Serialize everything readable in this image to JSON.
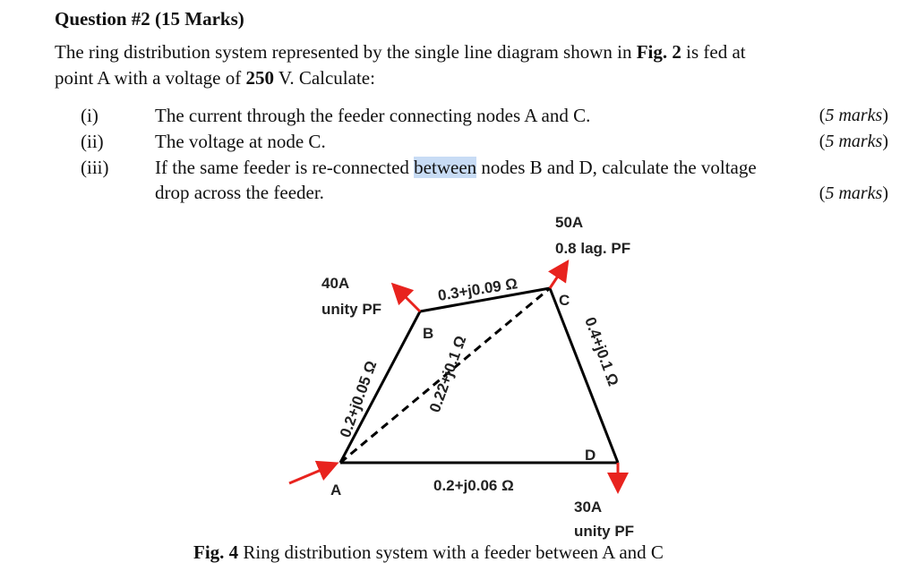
{
  "question": {
    "title": "Question #2 (15 Marks)",
    "intro_a": "The ring distribution system represented by the single line diagram shown in ",
    "intro_fig": "Fig. 2",
    "intro_b": " is fed at",
    "intro_c": "point A with a voltage of ",
    "intro_voltage": "250",
    "intro_d": " V. Calculate:",
    "items": [
      {
        "num": "(i)",
        "text": "The current through the feeder connecting nodes A and C.",
        "marks": "5 marks"
      },
      {
        "num": "(ii)",
        "text": "The voltage at node C.",
        "marks": "5 marks"
      },
      {
        "num": "(iii)",
        "text_a": "If the same feeder is re-connected ",
        "text_hl": "between",
        "text_b": " nodes B and D, calculate the voltage",
        "text_line2": "drop across the feeder.",
        "marks": "5 marks"
      }
    ]
  },
  "diagram": {
    "node_a": "A",
    "node_b": "B",
    "node_c": "C",
    "node_d": "D",
    "load_b_current": "40A",
    "load_b_pf": "unity PF",
    "load_c_current": "50A",
    "load_c_pf": "0.8 lag. PF",
    "load_d_current": "30A",
    "load_d_pf": "unity PF",
    "z_ab": "0.2+j0.05 Ω",
    "z_bc": "0.3+j0.09 Ω",
    "z_cd": "0.4+j0.1 Ω",
    "z_ad": "0.2+j0.06 Ω",
    "z_feeder": "0.22+j0.1 Ω",
    "line_color": "#000000",
    "arrow_color": "#e8231e"
  },
  "caption": {
    "fig": "Fig. 4",
    "text": " Ring distribution system with a feeder between A and C"
  }
}
